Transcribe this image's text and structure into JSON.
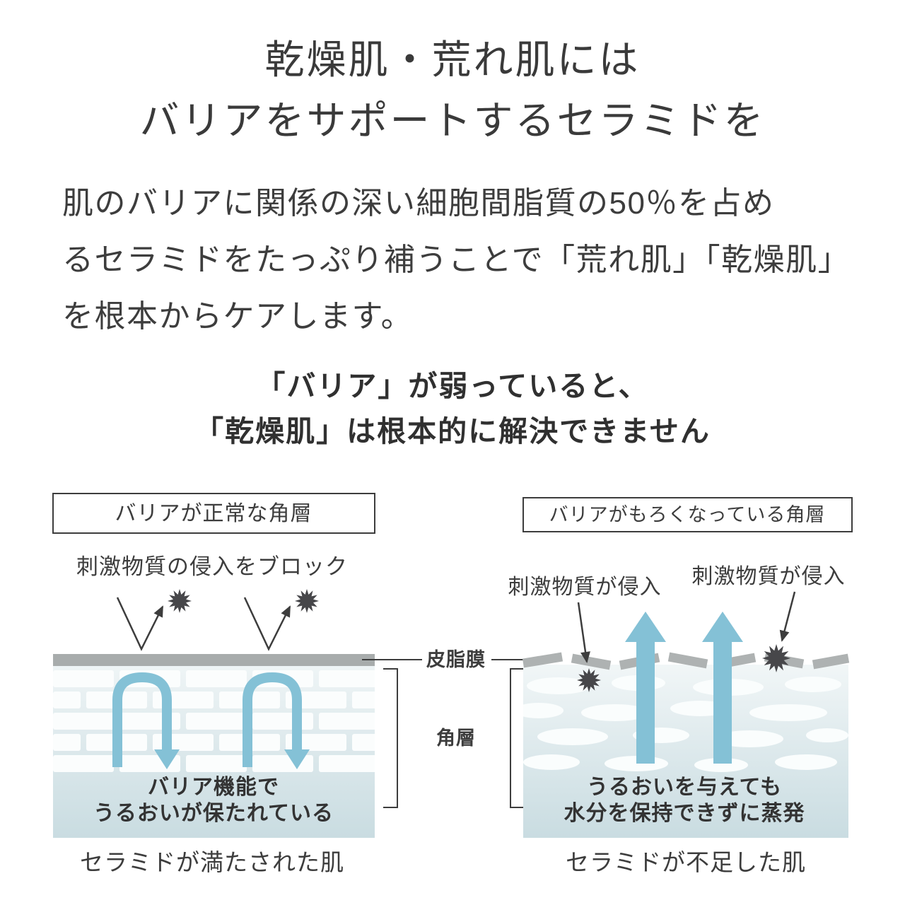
{
  "title": {
    "line1": "乾燥肌・荒れ肌には",
    "line2": "バリアをサポートするセラミドを"
  },
  "intro": {
    "line1": "肌のバリアに関係の深い細胞間脂質の50％を占め",
    "line2": "るセラミドをたっぷり補うことで「荒れ肌」「乾燥肌」",
    "line3": "を根本からケアします。"
  },
  "subtitle": {
    "line1": "「バリア」が弱っていると、",
    "line2": "「乾燥肌」は根本的に解決できません"
  },
  "diagram": {
    "healthy": {
      "header": "バリアが正常な角層",
      "annotation": "刺激物質の侵入をブロック",
      "body_line1": "バリア機能で",
      "body_line2": "うるおいが保たれている",
      "caption": "セラミドが満たされた肌"
    },
    "damaged": {
      "header": "バリアがもろくなっている角層",
      "annotation_left": "刺激物質が侵入",
      "annotation_right": "刺激物質が侵入",
      "body_line1": "うるおいを与えても",
      "body_line2": "水分を保持できずに蒸発",
      "caption": "セラミドが不足した肌"
    },
    "labels": {
      "sebum_film": "皮脂膜",
      "stratum_corneum": "角層"
    },
    "icons": {
      "irritant": "burst-icon",
      "blocked_entry": "bounce-arrow-icon",
      "moisture_retained": "u-turn-arrow-icon",
      "evaporation": "up-arrow-icon"
    },
    "colors": {
      "text": "#3d3d3d",
      "skin_light": "#f1f6f7",
      "skin_deep": "#c9dce1",
      "moisture_blue": "#84c1d6",
      "barrier_gray": "#a8acac",
      "irritant_dark": "#47474a",
      "brick_white": "#fbfdfd"
    }
  }
}
